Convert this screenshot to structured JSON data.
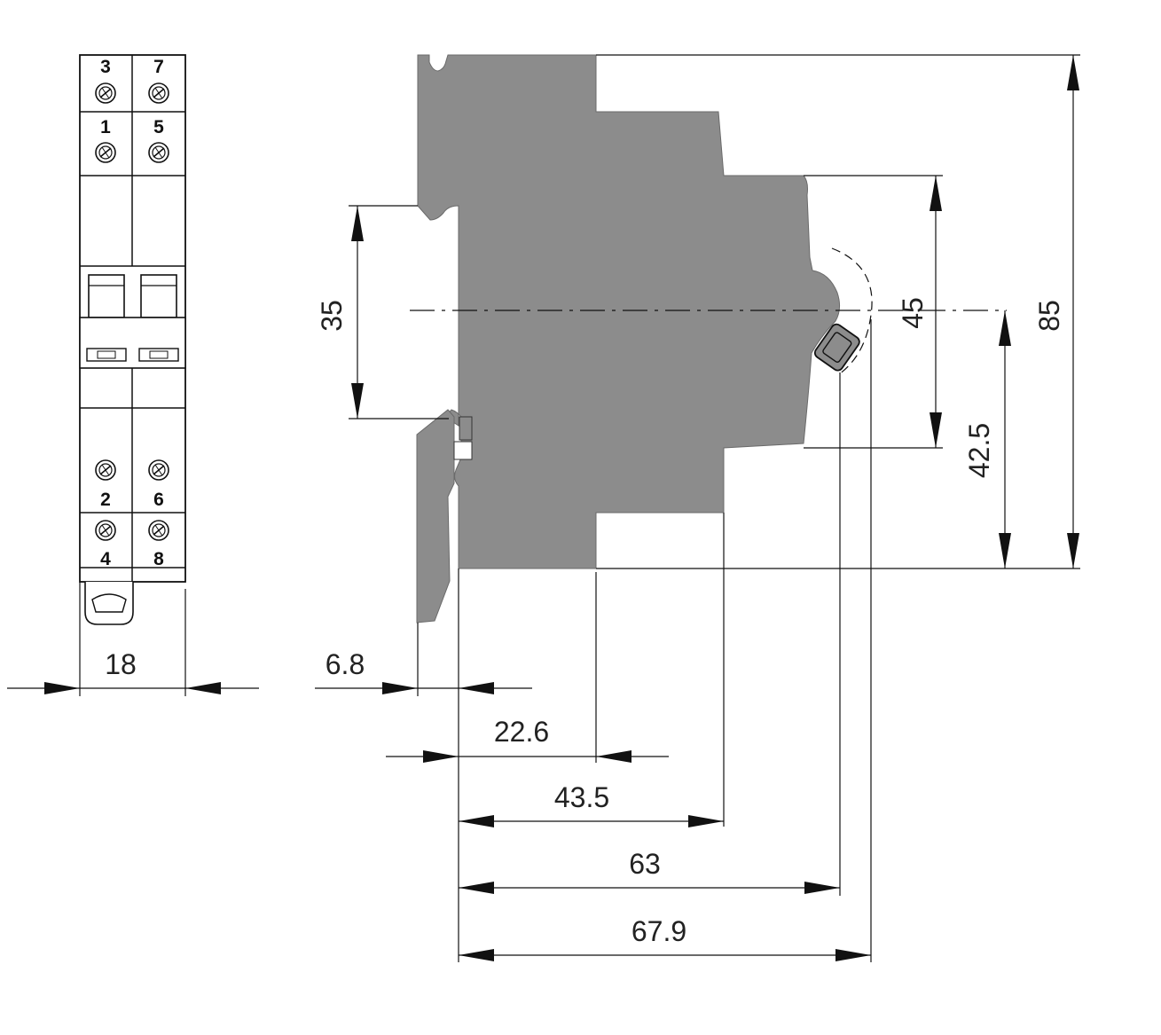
{
  "front_view": {
    "terminals_top_row": [
      "3",
      "7"
    ],
    "terminals_second_row": [
      "1",
      "5"
    ],
    "terminals_third_row": [
      "2",
      "6"
    ],
    "terminals_bottom_row": [
      "4",
      "8"
    ],
    "width_dim": "18"
  },
  "side_view": {
    "dim_rail": "35",
    "dim_front_height": "45",
    "dim_half_height": "42.5",
    "dim_total_height": "85",
    "dim_rail_clip": "6.8",
    "dim_body_step": "22.6",
    "dim_shoulder": "43.5",
    "dim_front_depth": "63",
    "dim_total_depth": "67.9"
  },
  "colors": {
    "body_fill": "#8c8c8c",
    "line": "#111111",
    "background": "#ffffff"
  }
}
